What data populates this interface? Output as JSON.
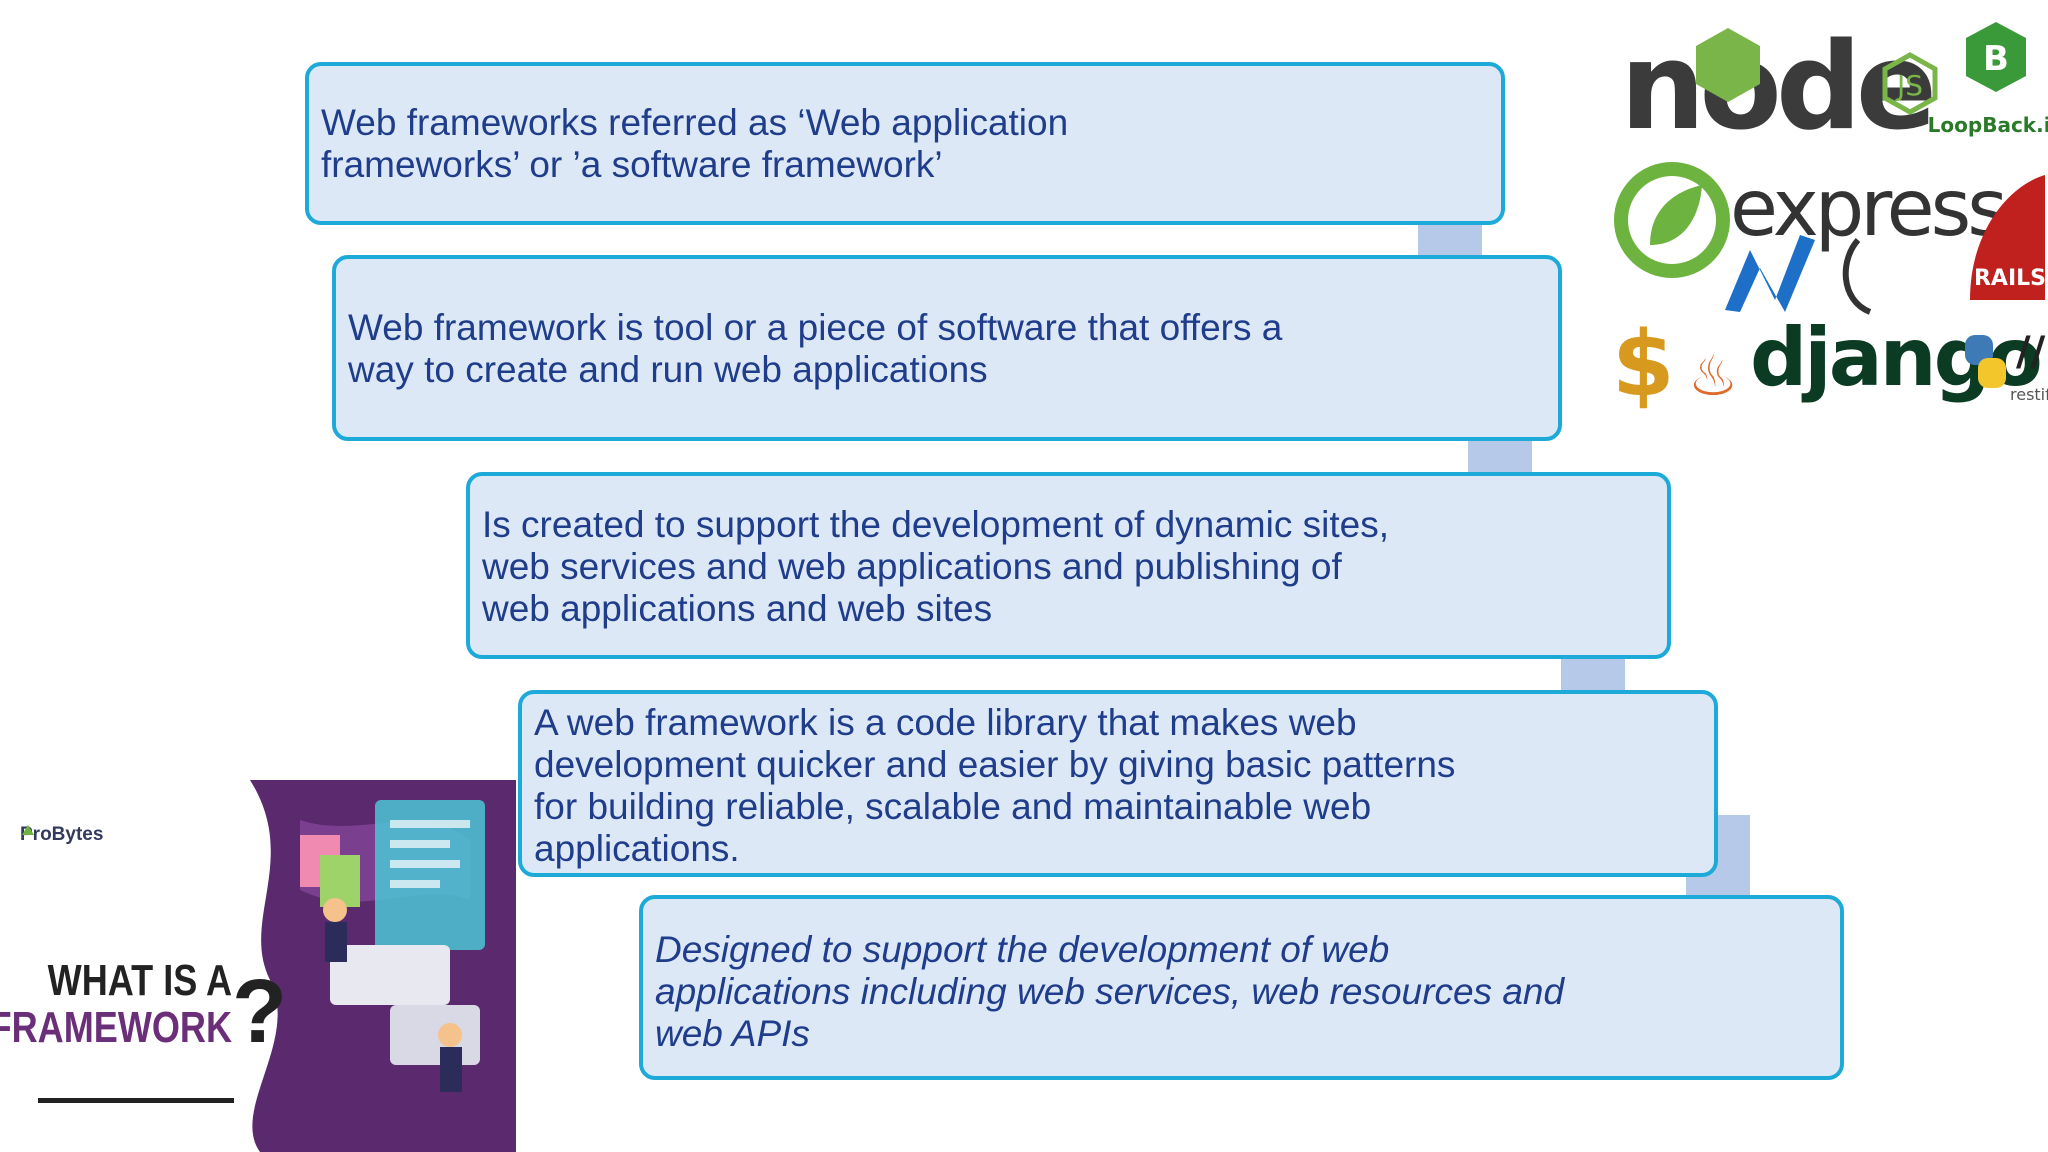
{
  "steps": [
    {
      "text": "Web frameworks referred as ‘Web application\nframeworks’ or  ’a software framework’"
    },
    {
      "text": "Web framework is tool or a piece of software that offers a\nway to create and run web applications"
    },
    {
      "text": "Is created to support the development of dynamic sites,\nweb services and web applications and publishing of\nweb applications and web sites"
    },
    {
      "text": "A web framework is a code library that makes web\ndevelopment quicker and easier by giving basic patterns\nfor building reliable, scalable and maintainable web\napplications."
    },
    {
      "text": "Designed to support the development of web\napplications including web services, web resources and\nweb APIs"
    }
  ],
  "logos": {
    "node": "node",
    "js": "JS",
    "loopback": "LoopBack.io",
    "express": "express",
    "rails": "RAILS",
    "django": "django",
    "restify": "restify"
  },
  "illustration": {
    "brand": "ProBytes",
    "heading_line1": "WHAT IS A",
    "heading_line2": "WEB FRAMEWORK",
    "question_mark": "?"
  },
  "colors": {
    "box_fill": "#dde8f6",
    "box_border": "#1eaad8",
    "text": "#1f3d8a",
    "arrow": "#b7c9e9",
    "illustration_bg": "#5b2a6e"
  }
}
